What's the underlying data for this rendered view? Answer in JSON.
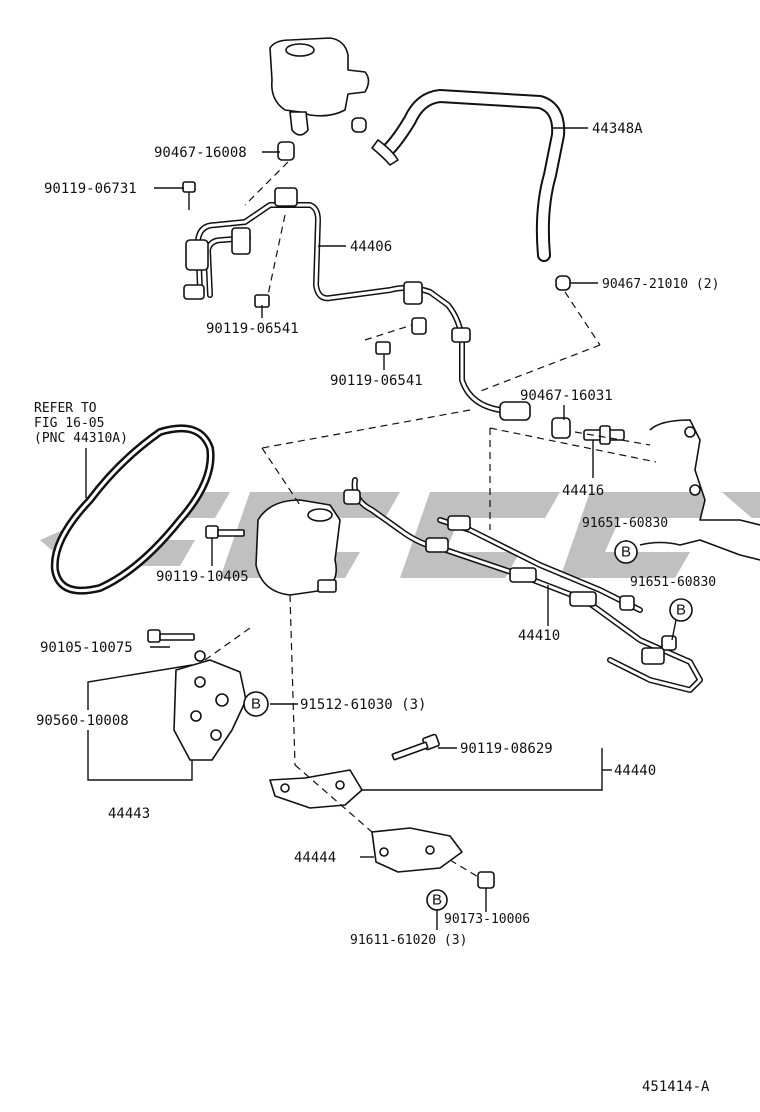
{
  "diagram": {
    "drawing_number": "451414-A",
    "reference_note": [
      "REFER TO",
      "FIG 16-05",
      "(PNC 44310A)"
    ],
    "connector_letter": "B",
    "part_labels": [
      {
        "id": "p44348A",
        "text": "44348A"
      },
      {
        "id": "p9046716008",
        "text": "90467-16008"
      },
      {
        "id": "p9011906731",
        "text": "90119-06731"
      },
      {
        "id": "p44406",
        "text": "44406"
      },
      {
        "id": "p9046721010",
        "text": "90467-21010 (2)"
      },
      {
        "id": "p9011906541a",
        "text": "90119-06541"
      },
      {
        "id": "p9011906541b",
        "text": "90119-06541"
      },
      {
        "id": "p9046716031",
        "text": "90467-16031"
      },
      {
        "id": "p44416",
        "text": "44416"
      },
      {
        "id": "p9165160830a",
        "text": "91651-60830"
      },
      {
        "id": "p9165160830b",
        "text": "91651-60830"
      },
      {
        "id": "p9011910405",
        "text": "90119-10405"
      },
      {
        "id": "p44410",
        "text": "44410"
      },
      {
        "id": "p9010510075",
        "text": "90105-10075"
      },
      {
        "id": "p9056010008",
        "text": "90560-10008"
      },
      {
        "id": "p9151261030",
        "text": "91512-61030 (3)"
      },
      {
        "id": "p9011908629",
        "text": "90119-08629"
      },
      {
        "id": "p44440",
        "text": "44440"
      },
      {
        "id": "p44443",
        "text": "44443"
      },
      {
        "id": "p44444",
        "text": "44444"
      },
      {
        "id": "p9017310006",
        "text": "90173-10006"
      },
      {
        "id": "p9161161020",
        "text": "91611-61020 (3)"
      }
    ]
  }
}
